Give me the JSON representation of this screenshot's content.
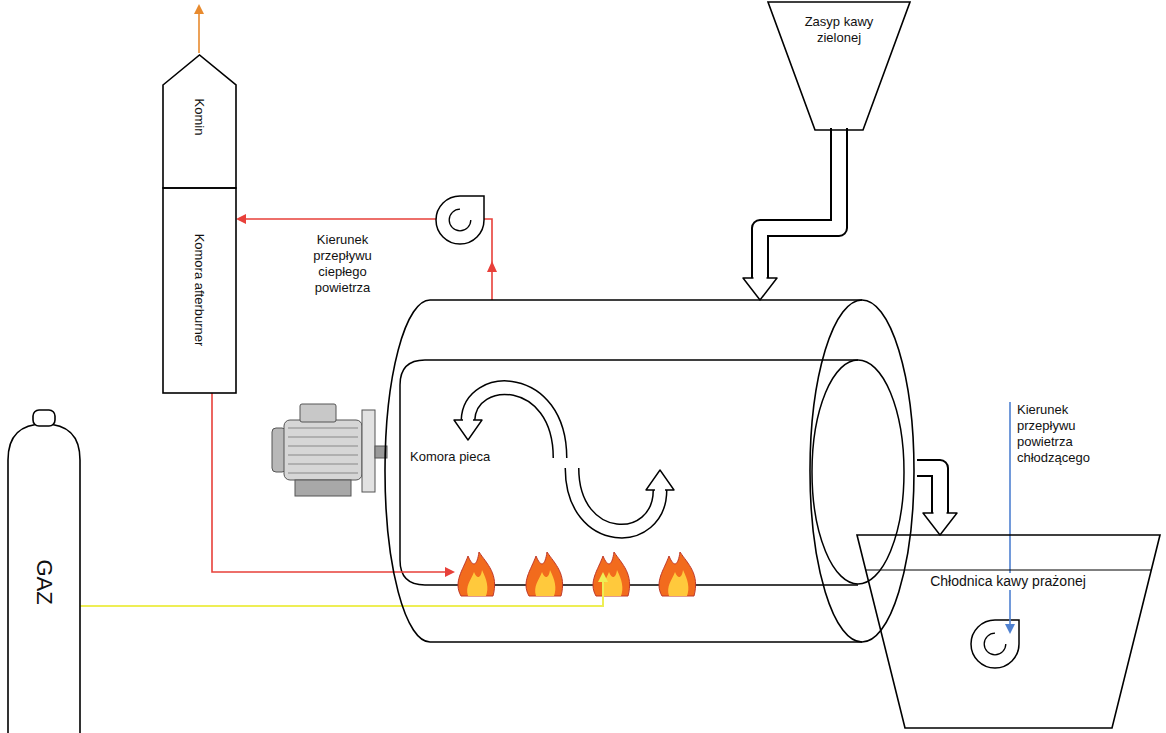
{
  "diagram": {
    "nodes": [
      {
        "text": [
          "Komin"
        ]
      },
      {
        "text": [
          "Komora afterburner"
        ]
      },
      {
        "text": [
          "Zasyp kawy zielonej"
        ]
      },
      {
        "text": [
          "Komora pieca"
        ]
      },
      {
        "text": [
          "Chłodnica kawy prażonej"
        ]
      },
      {
        "text": [
          "GAZ"
        ]
      }
    ],
    "edges": [
      {
        "from": 2,
        "to": 3,
        "arrow": "to"
      },
      {
        "from": 3,
        "to": 4,
        "arrow": "to"
      },
      {
        "from": 3,
        "to": 1,
        "arrow": "to"
      }
    ],
    "labels": [
      "Kierunek przepływu ciepłego powietrza",
      "Kierunek przepływu powietrza chłodzącego"
    ]
  }
}
